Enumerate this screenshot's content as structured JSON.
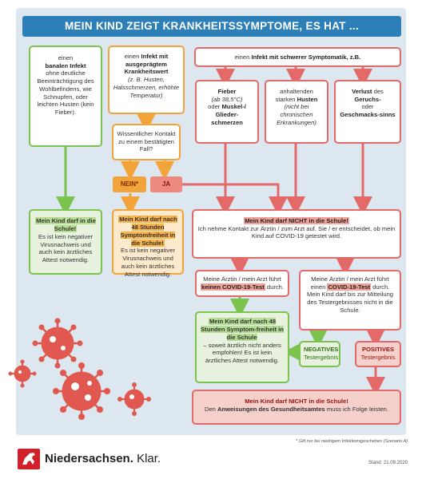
{
  "header": {
    "title": "MEIN KIND ZEIGT KRANKHEITSSYMPTOME, ES HAT ..."
  },
  "boxes": {
    "mild_pre": "einen",
    "mild_bold": "banalen Infekt",
    "mild_rest": "ohne deutliche Beeinträchtigung des Wohlbefindens, wie Schnupfen, oder leichten Husten (kein Fieber).",
    "marked_pre": "einen",
    "marked_bold": "Infekt mit ausgeprägtem Krankheitswert",
    "marked_italic": "(z. B. Husten, Halsschmerzen, erhöhte Temperatur)",
    "severe_pre": "einen",
    "severe_bold": "Infekt mit schwerer Symptomatik, z.B.",
    "contact_question": "Wissentlicher Kontakt zu einem bestätigten Fall?",
    "fever_bold": "Fieber",
    "fever_italic": "(ab 38,5°C)",
    "fever_mid": "oder",
    "fever_bold2": "Muskel-/ Glieder-schmerzen",
    "cough_pre": "anhaltenden starken",
    "cough_bold": "Husten",
    "cough_italic": "(nicht bei chronischen Erkrankungen)",
    "smell_bold": "Verlust",
    "smell_mid": "des",
    "smell_bold2": "Geruchs-",
    "smell_mid2": "oder",
    "smell_bold3": "Geschmacks-sinns"
  },
  "answers": {
    "no": "NEIN*",
    "yes": "JA"
  },
  "results": {
    "school_ok_title": "Mein Kind darf in die Schule!",
    "school_ok_text": "Es ist kein negativer Virusnachweis und auch kein ärztliches Attest notwendig.",
    "wait48_title": "Mein Kind darf nach 48 Stunden Symptomfreiheit in die Schule!",
    "wait48_text": "Es ist kein negativer Virusnachweis und auch kein ärztliches Attest notwendig.",
    "not_school_title": "Mein Kind darf NICHT in die Schule!",
    "not_school_text": "Ich nehme Kontakt zur Ärztin / zum Arzt auf. Sie / er entscheidet, ob mein Kind auf COVID-19 getestet wird.",
    "no_test_pre": "Meine Ärztin / mein Arzt führt",
    "no_test_bold": "keinen COVID-19-Test",
    "no_test_post": "durch.",
    "test_pre": "Meine Ärztin / mein Arzt führt einen",
    "test_bold": "COVID-19-Test",
    "test_post": "durch.",
    "test_wait": "Mein Kind darf bis zur Mitteilung des Testergebnisses nicht in die Schule.",
    "after48_title": "Mein Kind darf nach 48 Stunden Symptom-freiheit in die Schule",
    "after48_text": "– soweit ärztlich nicht anders empfohlen! Es ist kein ärztliches Attest notwendig.",
    "negative_title": "NEGATIVES",
    "negative_sub": "Testergebnis",
    "positive_title": "POSITIVES",
    "positive_sub": "Testergebnis",
    "final_title": "Mein Kind darf NICHT in die Schule!",
    "final_pre": "Den",
    "final_bold": "Anweisungen des Gesundheitsamtes",
    "final_post": "muss ich Folge leisten."
  },
  "footer": {
    "footnote": "* Gilt nur bei niedrigem Infektionsgeschehen (Szenario A)",
    "brand_bold": "Niedersachsen.",
    "brand_rest": "Klar.",
    "stand": "Stand: 21.09.2020"
  },
  "colors": {
    "green": "#7cc24e",
    "orange": "#f2a43a",
    "red": "#e46a6a",
    "blue": "#2d7fb8",
    "virus": "#e0584f"
  }
}
